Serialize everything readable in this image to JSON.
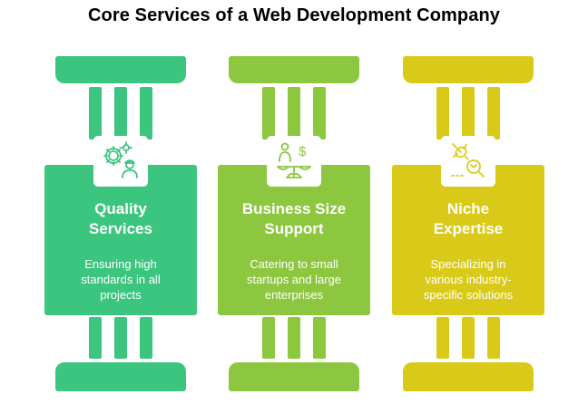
{
  "title": "Core Services of a Web Development Company",
  "pillars": [
    {
      "heading_line1": "Quality",
      "heading_line2": "Services",
      "desc_line1": "Ensuring high",
      "desc_line2": "standards in all",
      "desc_line3": "projects",
      "icon": "gears-worker-icon",
      "color": "#3CC57F"
    },
    {
      "heading_line1": "Business Size",
      "heading_line2": "Support",
      "desc_line1": "Catering to small",
      "desc_line2": "startups and large",
      "desc_line3": "enterprises",
      "icon": "scale-person-dollar-icon",
      "color": "#8DC63F"
    },
    {
      "heading_line1": "Niche",
      "heading_line2": "Expertise",
      "desc_line1": "Specializing in",
      "desc_line2": "various industry-",
      "desc_line3": "specific solutions",
      "icon": "bug-magnifier-icon",
      "color": "#D9CA1A"
    }
  ]
}
